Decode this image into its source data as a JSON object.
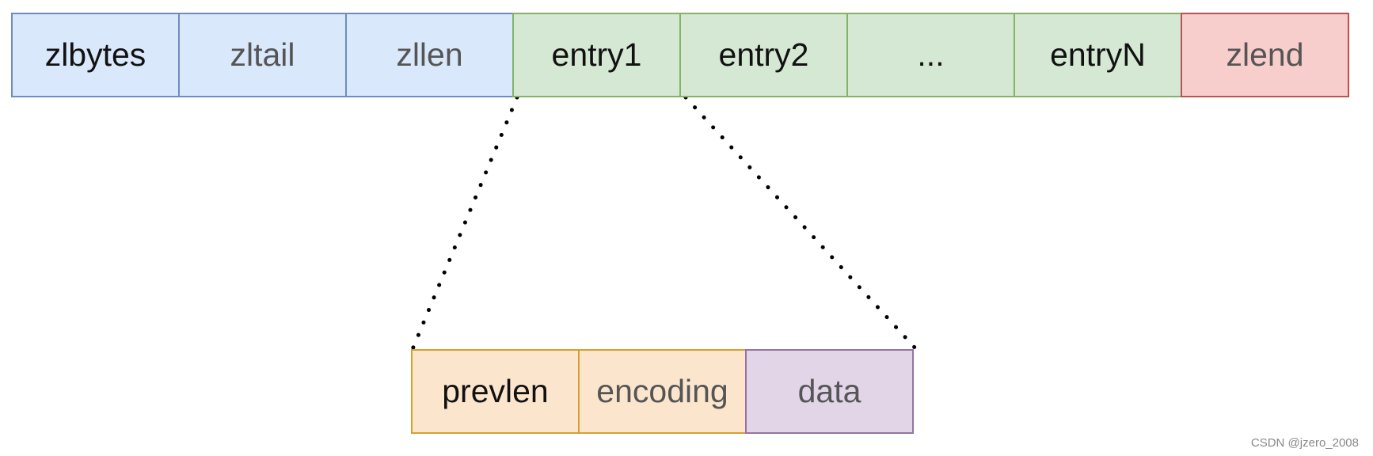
{
  "ziplist": {
    "header": [
      {
        "label": "zlbytes"
      },
      {
        "label": "zltail"
      },
      {
        "label": "zllen"
      }
    ],
    "entries": [
      {
        "label": "entry1"
      },
      {
        "label": "entry2"
      },
      {
        "label": "..."
      },
      {
        "label": "entryN"
      }
    ],
    "end": {
      "label": "zlend"
    }
  },
  "entry_detail": {
    "fields": [
      {
        "label": "prevlen"
      },
      {
        "label": "encoding"
      },
      {
        "label": "data"
      }
    ]
  },
  "watermark": "CSDN @jzero_2008",
  "colors": {
    "header_fill": "#dae8fc",
    "header_border": "#6c8ebf",
    "entry_fill": "#d5e8d4",
    "entry_border": "#82b366",
    "end_fill": "#f8cecc",
    "end_border": "#b85450",
    "prevlen_fill": "#fce5cd",
    "prevlen_border": "#d6a030",
    "data_fill": "#e1d5e7",
    "data_border": "#9673a6"
  }
}
